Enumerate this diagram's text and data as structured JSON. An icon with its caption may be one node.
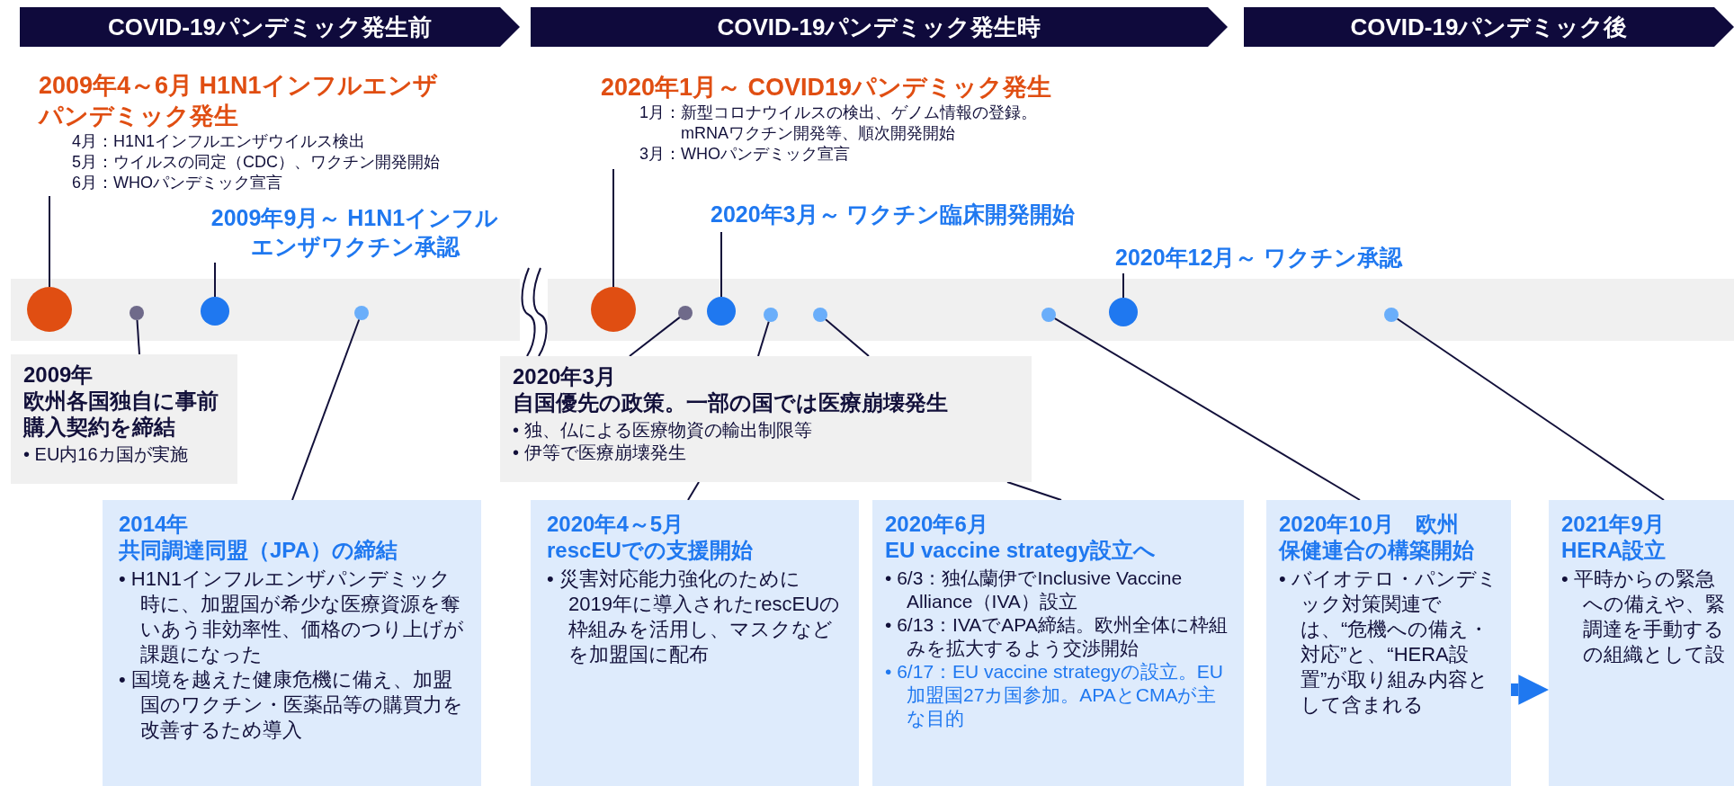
{
  "diagram": {
    "nodes": [
      {
        "text": [
          "COVID-19パンデミック発生前"
        ]
      },
      {
        "text": [
          "COVID-19パンデミック発生時"
        ]
      },
      {
        "text": [
          "COVID-19パンデミック後"
        ]
      },
      {
        "text": [
          "2009年4～6月 H1N1インフルエンザパンデミック発生",
          "4月：H1N1インフルエンザウイルス検出",
          "5月：ウイルスの同定（CDC）、ワクチン開発開始",
          "6月：WHOパンデミック宣言"
        ]
      },
      {
        "text": [
          "2020年1月～ COVID19パンデミック発生",
          "1月：新型コロナウイルスの検出、ゲノム情報の登録。mRNAワクチン開発等、順次開発開始",
          "3月：WHOパンデミック宣言"
        ]
      },
      {
        "text": [
          "2020年3月～ ワクチン臨床開発開始"
        ]
      },
      {
        "text": [
          "2009年9月～ H1N1インフルエンザワクチン承認"
        ]
      },
      {
        "text": [
          "2020年12月～ ワクチン承認"
        ]
      },
      {
        "text": [],
        "shape": "bar"
      },
      {
        "text": [],
        "shape": "bar"
      },
      {
        "text": [],
        "shape": "circle",
        "in": 8
      },
      {
        "text": [],
        "shape": "circle",
        "in": 8
      },
      {
        "text": [],
        "shape": "circle",
        "in": 8
      },
      {
        "text": [],
        "shape": "circle",
        "in": 8
      },
      {
        "text": [],
        "shape": "circle",
        "in": 9
      },
      {
        "text": [],
        "shape": "circle",
        "in": 9
      },
      {
        "text": [],
        "shape": "circle",
        "in": 9
      },
      {
        "text": [],
        "shape": "circle",
        "in": 9
      },
      {
        "text": [],
        "shape": "circle",
        "in": 9
      },
      {
        "text": [],
        "shape": "circle",
        "in": 9
      },
      {
        "text": [],
        "shape": "circle",
        "in": 9
      },
      {
        "text": [],
        "shape": "circle",
        "in": 9
      },
      {
        "text": [
          "2009年",
          "欧州各国独自に事前購入契約を締結",
          "• EU内16カ国が実施"
        ]
      },
      {
        "text": [
          "2014年",
          "共同調達同盟（JPA）の締結",
          "• H1N1インフルエンザパンデミック時に、加盟国が希少な医療資源を奪いあう非効率性、価格のつり上げが課題になった",
          "• 国境を越えた健康危機に備え、加盟国のワクチン・医薬品等の購買力を改善するため導入"
        ]
      },
      {
        "text": [
          "2020年3月",
          "自国優先の政策。一部の国では医療崩壊発生",
          "• 独、仏による医療物資の輸出制限等",
          "• 伊等で医療崩壊発生"
        ]
      },
      {
        "text": [
          "2020年4～5月",
          "rescEUでの支援開始",
          "• 災害対応能力強化のために2019年に導入されたrescEUの枠組みを活用し、マスクなどを加盟国に配布"
        ]
      },
      {
        "text": [
          "2020年6月",
          "EU vaccine strategy設立へ",
          "• 6/3：独仏蘭伊でInclusive Vaccine Alliance（IVA）設立",
          "• 6/13：IVAでAPA締結。欧州全体に枠組みを拡大するよう交渉開始",
          "• 6/17：EU vaccine strategyの設立。EU加盟国27カ国参加。APAとCMAが主な目的"
        ]
      },
      {
        "text": [
          "2020年10月　欧州",
          "保健連合の構築開始",
          "• バイオテロ・パンデミック対策関連では、“危機への備え・対応”と、“HERA設置”が取り組み内容として含まれる"
        ]
      },
      {
        "text": [
          "2021年9月",
          "HERA設立",
          "• 平時からの緊急への備えや、緊調達を手動するの組織として設"
        ]
      }
    ],
    "edges": [
      {
        "from": 3,
        "to": 10,
        "arrow": "none"
      },
      {
        "from": 6,
        "to": 12,
        "arrow": "none"
      },
      {
        "from": 11,
        "to": 22,
        "arrow": "none"
      },
      {
        "from": 13,
        "to": 23,
        "arrow": "none"
      },
      {
        "from": 4,
        "to": 14,
        "arrow": "none"
      },
      {
        "from": 15,
        "to": 24,
        "arrow": "none"
      },
      {
        "from": 5,
        "to": 16,
        "arrow": "none"
      },
      {
        "from": 17,
        "to": 24,
        "arrow": "none"
      },
      {
        "from": 18,
        "to": 24,
        "arrow": "none"
      },
      {
        "from": 19,
        "to": 27,
        "arrow": "none"
      },
      {
        "from": 7,
        "to": 20,
        "arrow": "none"
      },
      {
        "from": 21,
        "to": 28,
        "arrow": "none"
      },
      {
        "from": 24,
        "to": 25,
        "arrow": "none"
      },
      {
        "from": 24,
        "to": 26,
        "arrow": "none"
      },
      {
        "from": 27,
        "to": 28,
        "arrow": "to",
        "style": "thick",
        "color": "#1f78f0"
      }
    ]
  }
}
